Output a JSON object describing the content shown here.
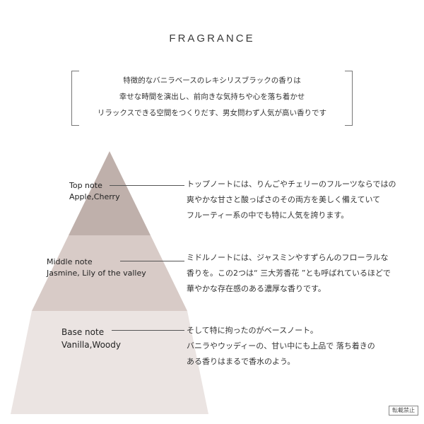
{
  "title": "FRAGRANCE",
  "intro": [
    "特徴的なバニラベースのレキシリスブラックの香りは",
    "幸せな時間を演出し、前向きな気持ちや心を落ち着かせ",
    "リラックスできる空間をつくりだす、男女問わず人気が高い香りです"
  ],
  "notes": {
    "top": {
      "label": "Top note",
      "value": "Apple,Cherry",
      "desc": [
        "トップノートには、りんごやチェリーのフルーツならではの",
        "爽やかな甘さと酸っぱさのその両方を美しく備えていて",
        "フルーティー系の中でも特に人気を誇ります。"
      ]
    },
    "middle": {
      "label": "Middle note",
      "value": "Jasmine, Lily of the valley",
      "desc": [
        "ミドルノートには、ジャスミンやすずらんのフローラルな",
        "香りを。この2つは“ 三大芳香花 ”とも呼ばれているほどで",
        "華やかな存在感のある濃厚な香りです。"
      ]
    },
    "base": {
      "label": "Base note",
      "value": "Vanilla,Woody",
      "desc": [
        "そして特に拘ったのがベースノート。",
        "バニラやウッディーの、甘い中にも上品で 落ち着きの",
        "ある香りはまるで香水のよう。"
      ]
    }
  },
  "colors": {
    "top_tier": "#bfb0ab",
    "middle_tier": "#d8cbc7",
    "base_tier": "#ebe4e2"
  },
  "stamp": "転載禁止"
}
